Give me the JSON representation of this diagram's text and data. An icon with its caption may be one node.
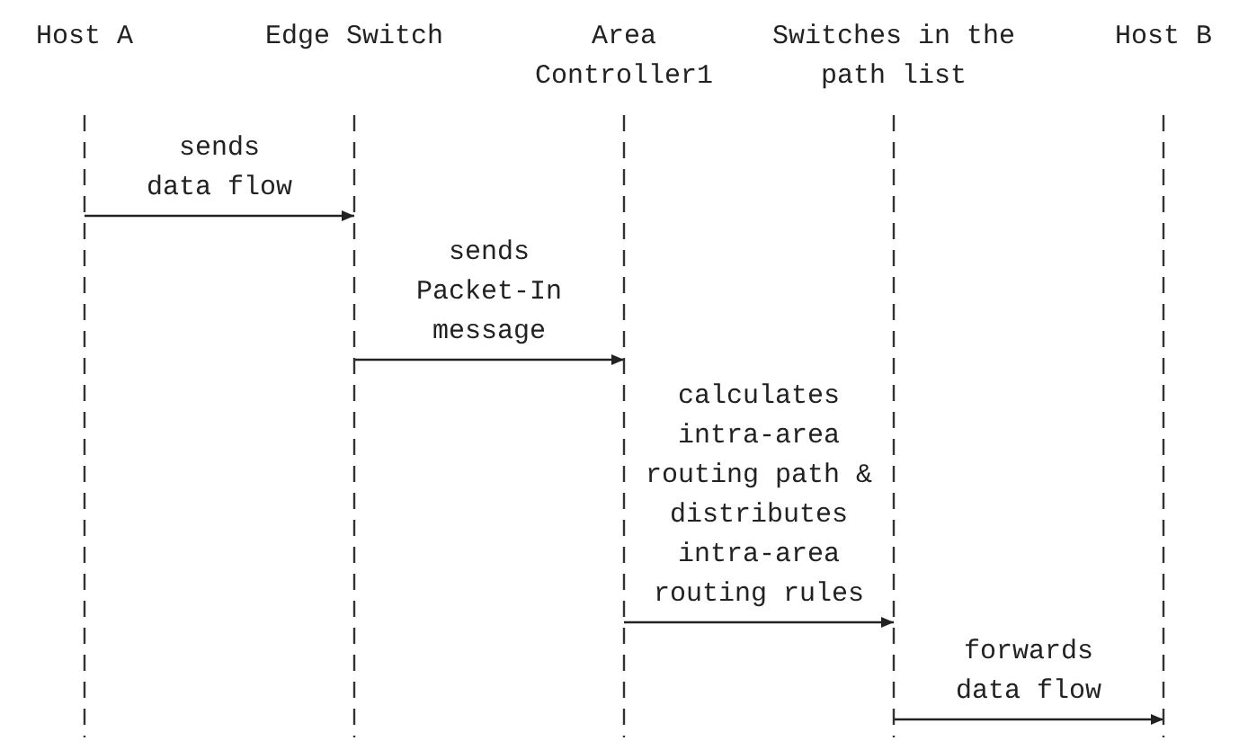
{
  "diagram": {
    "nodes": [
      {
        "text": [
          "Host A"
        ]
      },
      {
        "text": [
          "Edge Switch"
        ]
      },
      {
        "text": [
          "Area Controller1"
        ]
      },
      {
        "text": [
          "Switches in the path list"
        ]
      },
      {
        "text": [
          "Host B"
        ]
      }
    ],
    "edges": [
      {
        "from": 0,
        "to": 1,
        "arrow": "to",
        "label": "sends data flow"
      },
      {
        "from": 1,
        "to": 2,
        "arrow": "to",
        "label": "sends Packet-In message"
      },
      {
        "from": 2,
        "to": 3,
        "arrow": "to",
        "label": "calculates intra-area routing path & distributes intra-area routing rules"
      },
      {
        "from": 3,
        "to": 4,
        "arrow": "to",
        "label": "forwards data flow"
      }
    ]
  }
}
